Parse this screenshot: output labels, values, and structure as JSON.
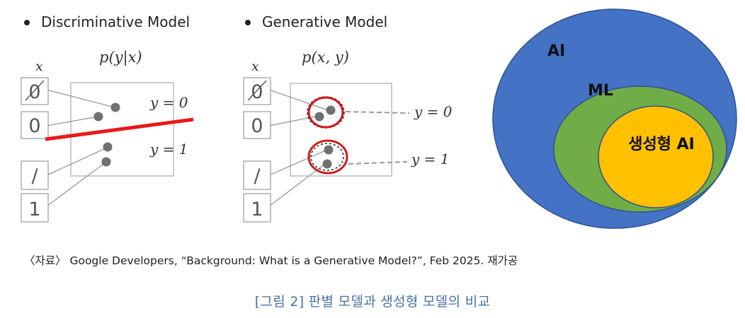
{
  "discriminative": {
    "title": "Discriminative Model",
    "formula": "p(y|x)",
    "x_label": "x",
    "samples": [
      "0",
      "0",
      "/",
      "1"
    ],
    "y0_label": "y = 0",
    "y1_label": "y = 1"
  },
  "generative": {
    "title": "Generative Model",
    "formula": "p(x, y)",
    "x_label": "x",
    "samples": [
      "0",
      "0",
      "/",
      "1"
    ],
    "y0_label": "y = 0",
    "y1_label": "y = 1"
  },
  "venn": {
    "outer_label": "AI",
    "middle_label": "ML",
    "inner_label": "생성형 AI",
    "colors": {
      "outer": "#4472c4",
      "middle": "#70ad47",
      "inner": "#ffc000",
      "outline": "#2f528f"
    }
  },
  "source_note": "〈자료〉 Google Developers, “Background: What is a Generative Model?”, Feb 2025. 재가공",
  "figure_caption": "[그림 2] 판별 모델과 생성형 모델의 비교",
  "colors": {
    "boundary": "#e8181a",
    "circle": "#d01a1f",
    "caption": "#4a6fa8"
  }
}
